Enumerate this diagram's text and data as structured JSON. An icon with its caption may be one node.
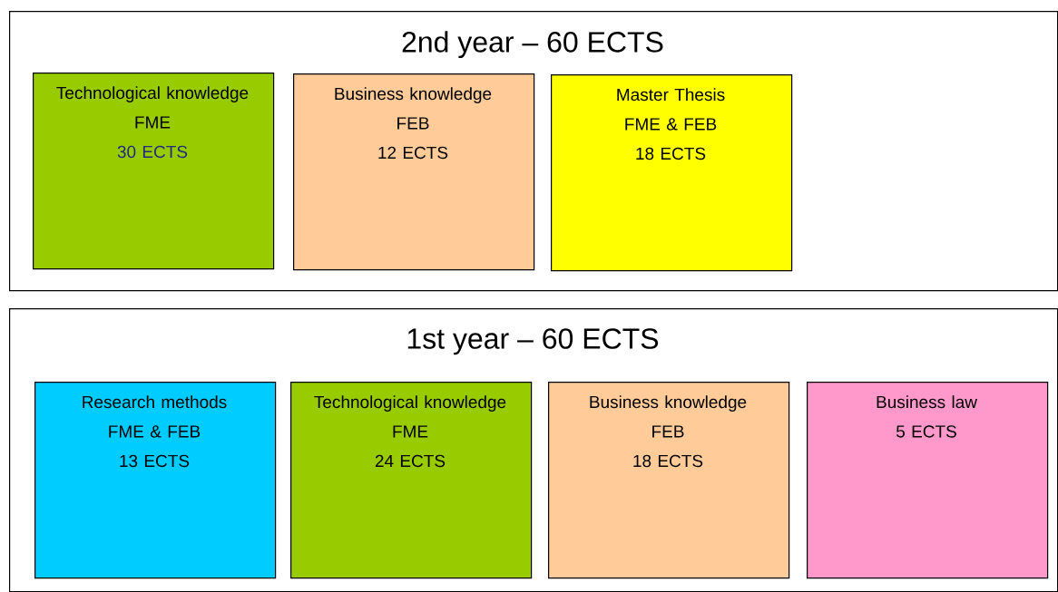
{
  "diagram": {
    "nodes": [
      {
        "text": [
          "2nd year – 60 ECTS"
        ]
      },
      {
        "text": [
          "Technological knowledge",
          "FME",
          "30 ECTS"
        ],
        "in": 0
      },
      {
        "text": [
          "Business knowledge",
          "FEB",
          "12 ECTS"
        ],
        "in": 0
      },
      {
        "text": [
          "Master Thesis",
          "FME & FEB",
          "18 ECTS"
        ],
        "in": 0
      },
      {
        "text": [
          "1st year – 60 ECTS"
        ]
      },
      {
        "text": [
          "Research methods",
          "FME & FEB",
          "13 ECTS"
        ],
        "in": 4
      },
      {
        "text": [
          "Technological knowledge",
          "FME",
          "24 ECTS"
        ],
        "in": 4
      },
      {
        "text": [
          "Business knowledge",
          "FEB",
          "18 ECTS"
        ],
        "in": 4
      },
      {
        "text": [
          "Business law",
          "5 ECTS"
        ],
        "in": 4
      }
    ]
  }
}
